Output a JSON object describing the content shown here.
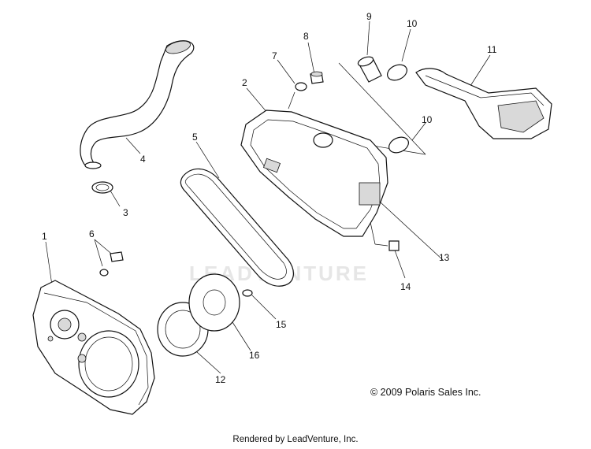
{
  "callouts": [
    "1",
    "2",
    "3",
    "4",
    "5",
    "6",
    "7",
    "8",
    "9",
    "10",
    "10",
    "11",
    "12",
    "13",
    "14",
    "15",
    "16"
  ],
  "copyright": "© 2009 Polaris Sales Inc.",
  "rendered_by": "Rendered by LeadVenture, Inc.",
  "watermark": "LEADVENTURE"
}
